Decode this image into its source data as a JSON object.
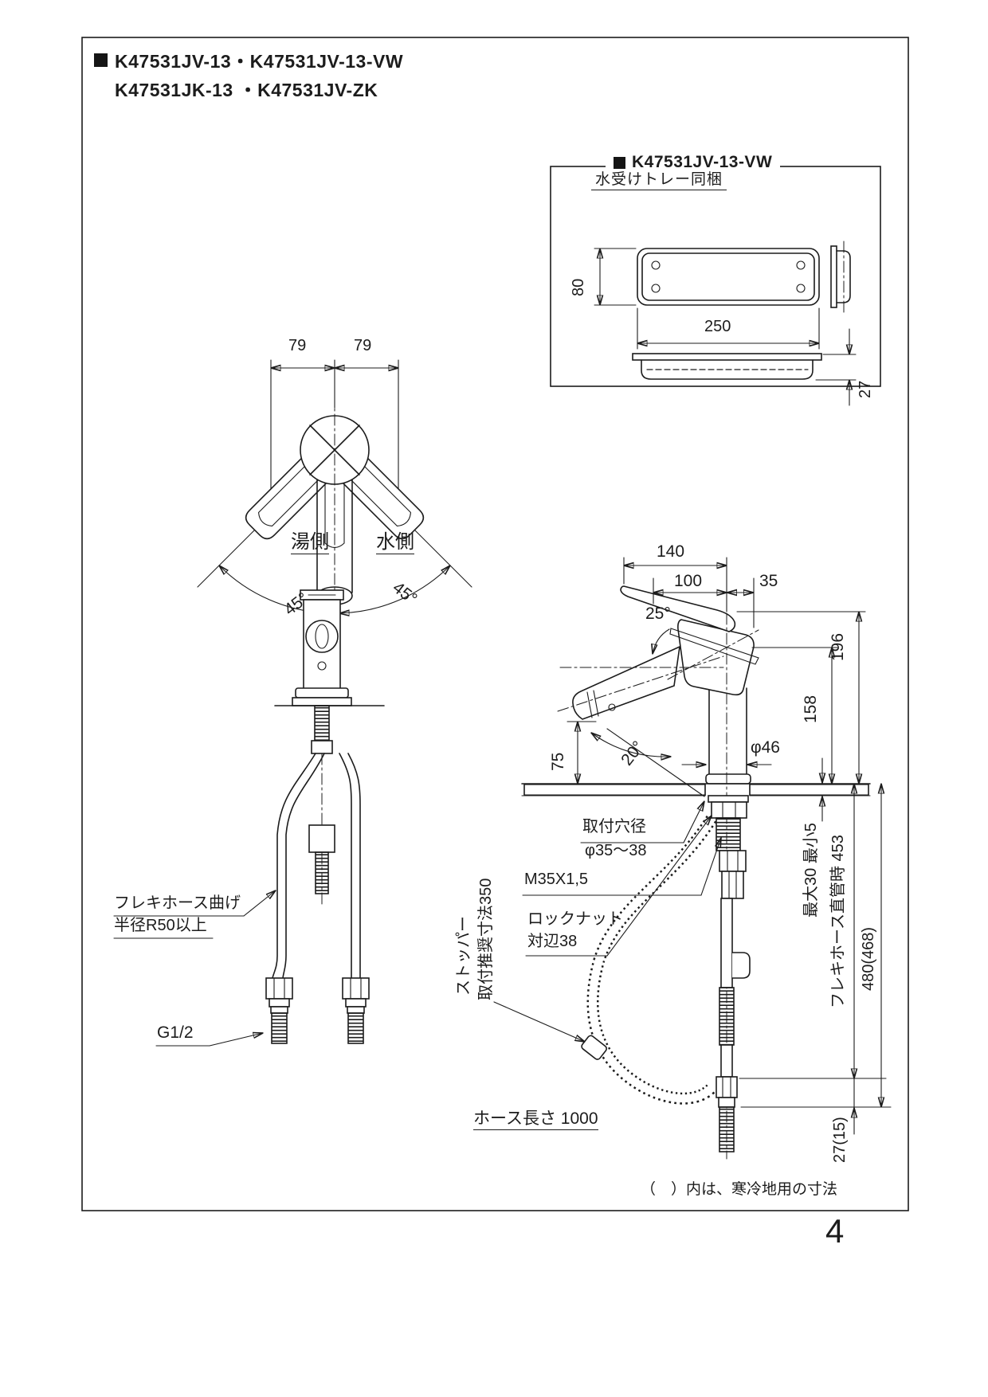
{
  "page": {
    "header_line1": "K47531JV-13・K47531JV-13-VW",
    "header_line2": "K47531JK-13 ・K47531JV-ZK",
    "footnote": "（　）内は、寒冷地用の寸法",
    "page_number": "4"
  },
  "tray_box": {
    "title": "K47531JV-13-VW",
    "subtitle": "水受けトレー同梱",
    "dim_height": "80",
    "dim_width": "250",
    "dim_depth": "27"
  },
  "top_view": {
    "dim_left": "79",
    "dim_right": "79",
    "label_hot": "湯側",
    "label_cold": "水側",
    "angle_left": "45°",
    "angle_right": "45°"
  },
  "front_view": {
    "hose_note_line1": "フレキホース曲げ",
    "hose_note_line2": "半径R50以上",
    "thread_size": "G1/2"
  },
  "side_view": {
    "dim_width_total": "140",
    "dim_width_spout": "100",
    "dim_width_rear": "35",
    "angle_handle": "25°",
    "dim_height_handle": "196",
    "dim_height_spout": "158",
    "dim_height_outlet": "75",
    "angle_spout": "20°",
    "dia_body": "φ46",
    "hole_label_line1": "取付穴径",
    "hole_label_line2": "φ35〜38",
    "thread_spec": "M35X1,5",
    "locknut_line1": "ロックナット",
    "locknut_line2": "対辺38",
    "stopper_line1": "ストッパー",
    "stopper_line2": "取付推奨寸法350",
    "counter_thickness": "最大30 最小5",
    "hose_straight_len": "フレキホース直管時 453",
    "dim_height_below": "480(468)",
    "dim_tail": "27(15)",
    "hose_length": "ホース長さ 1000"
  }
}
